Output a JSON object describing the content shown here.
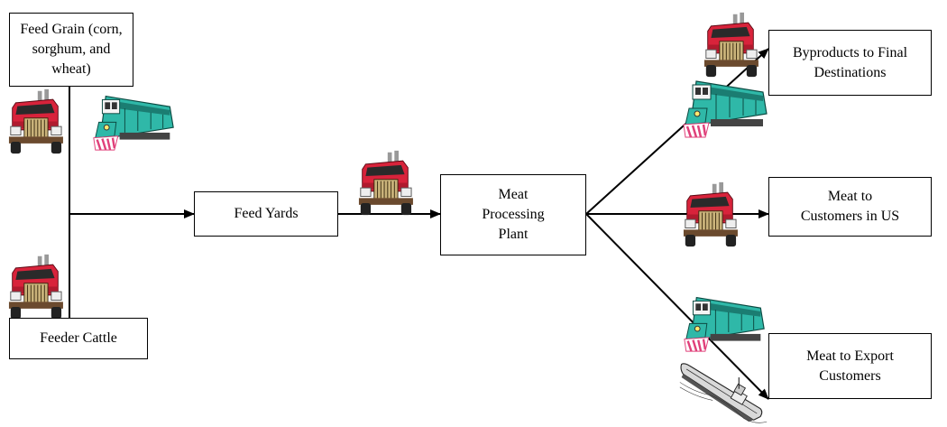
{
  "nodes": {
    "feed_grain": "Feed Grain (corn,\nsorghum, and\nwheat)",
    "feeder_cattle": "Feeder Cattle",
    "feed_yards": "Feed Yards",
    "meat_processing": "Meat\nProcessing\nPlant",
    "byproducts": "Byproducts to Final\nDestinations",
    "meat_us": "Meat to\nCustomers in US",
    "meat_export": "Meat to Export\nCustomers"
  },
  "icons": {
    "truck": "truck-icon",
    "train": "locomotive-icon",
    "ship": "cargo-ship-icon"
  },
  "colors": {
    "truck_cab": "#d8233b",
    "truck_chassis": "#6b4a2e",
    "train_body": "#2fb8a8",
    "train_stripe": "#e0407a",
    "line": "#000000"
  }
}
